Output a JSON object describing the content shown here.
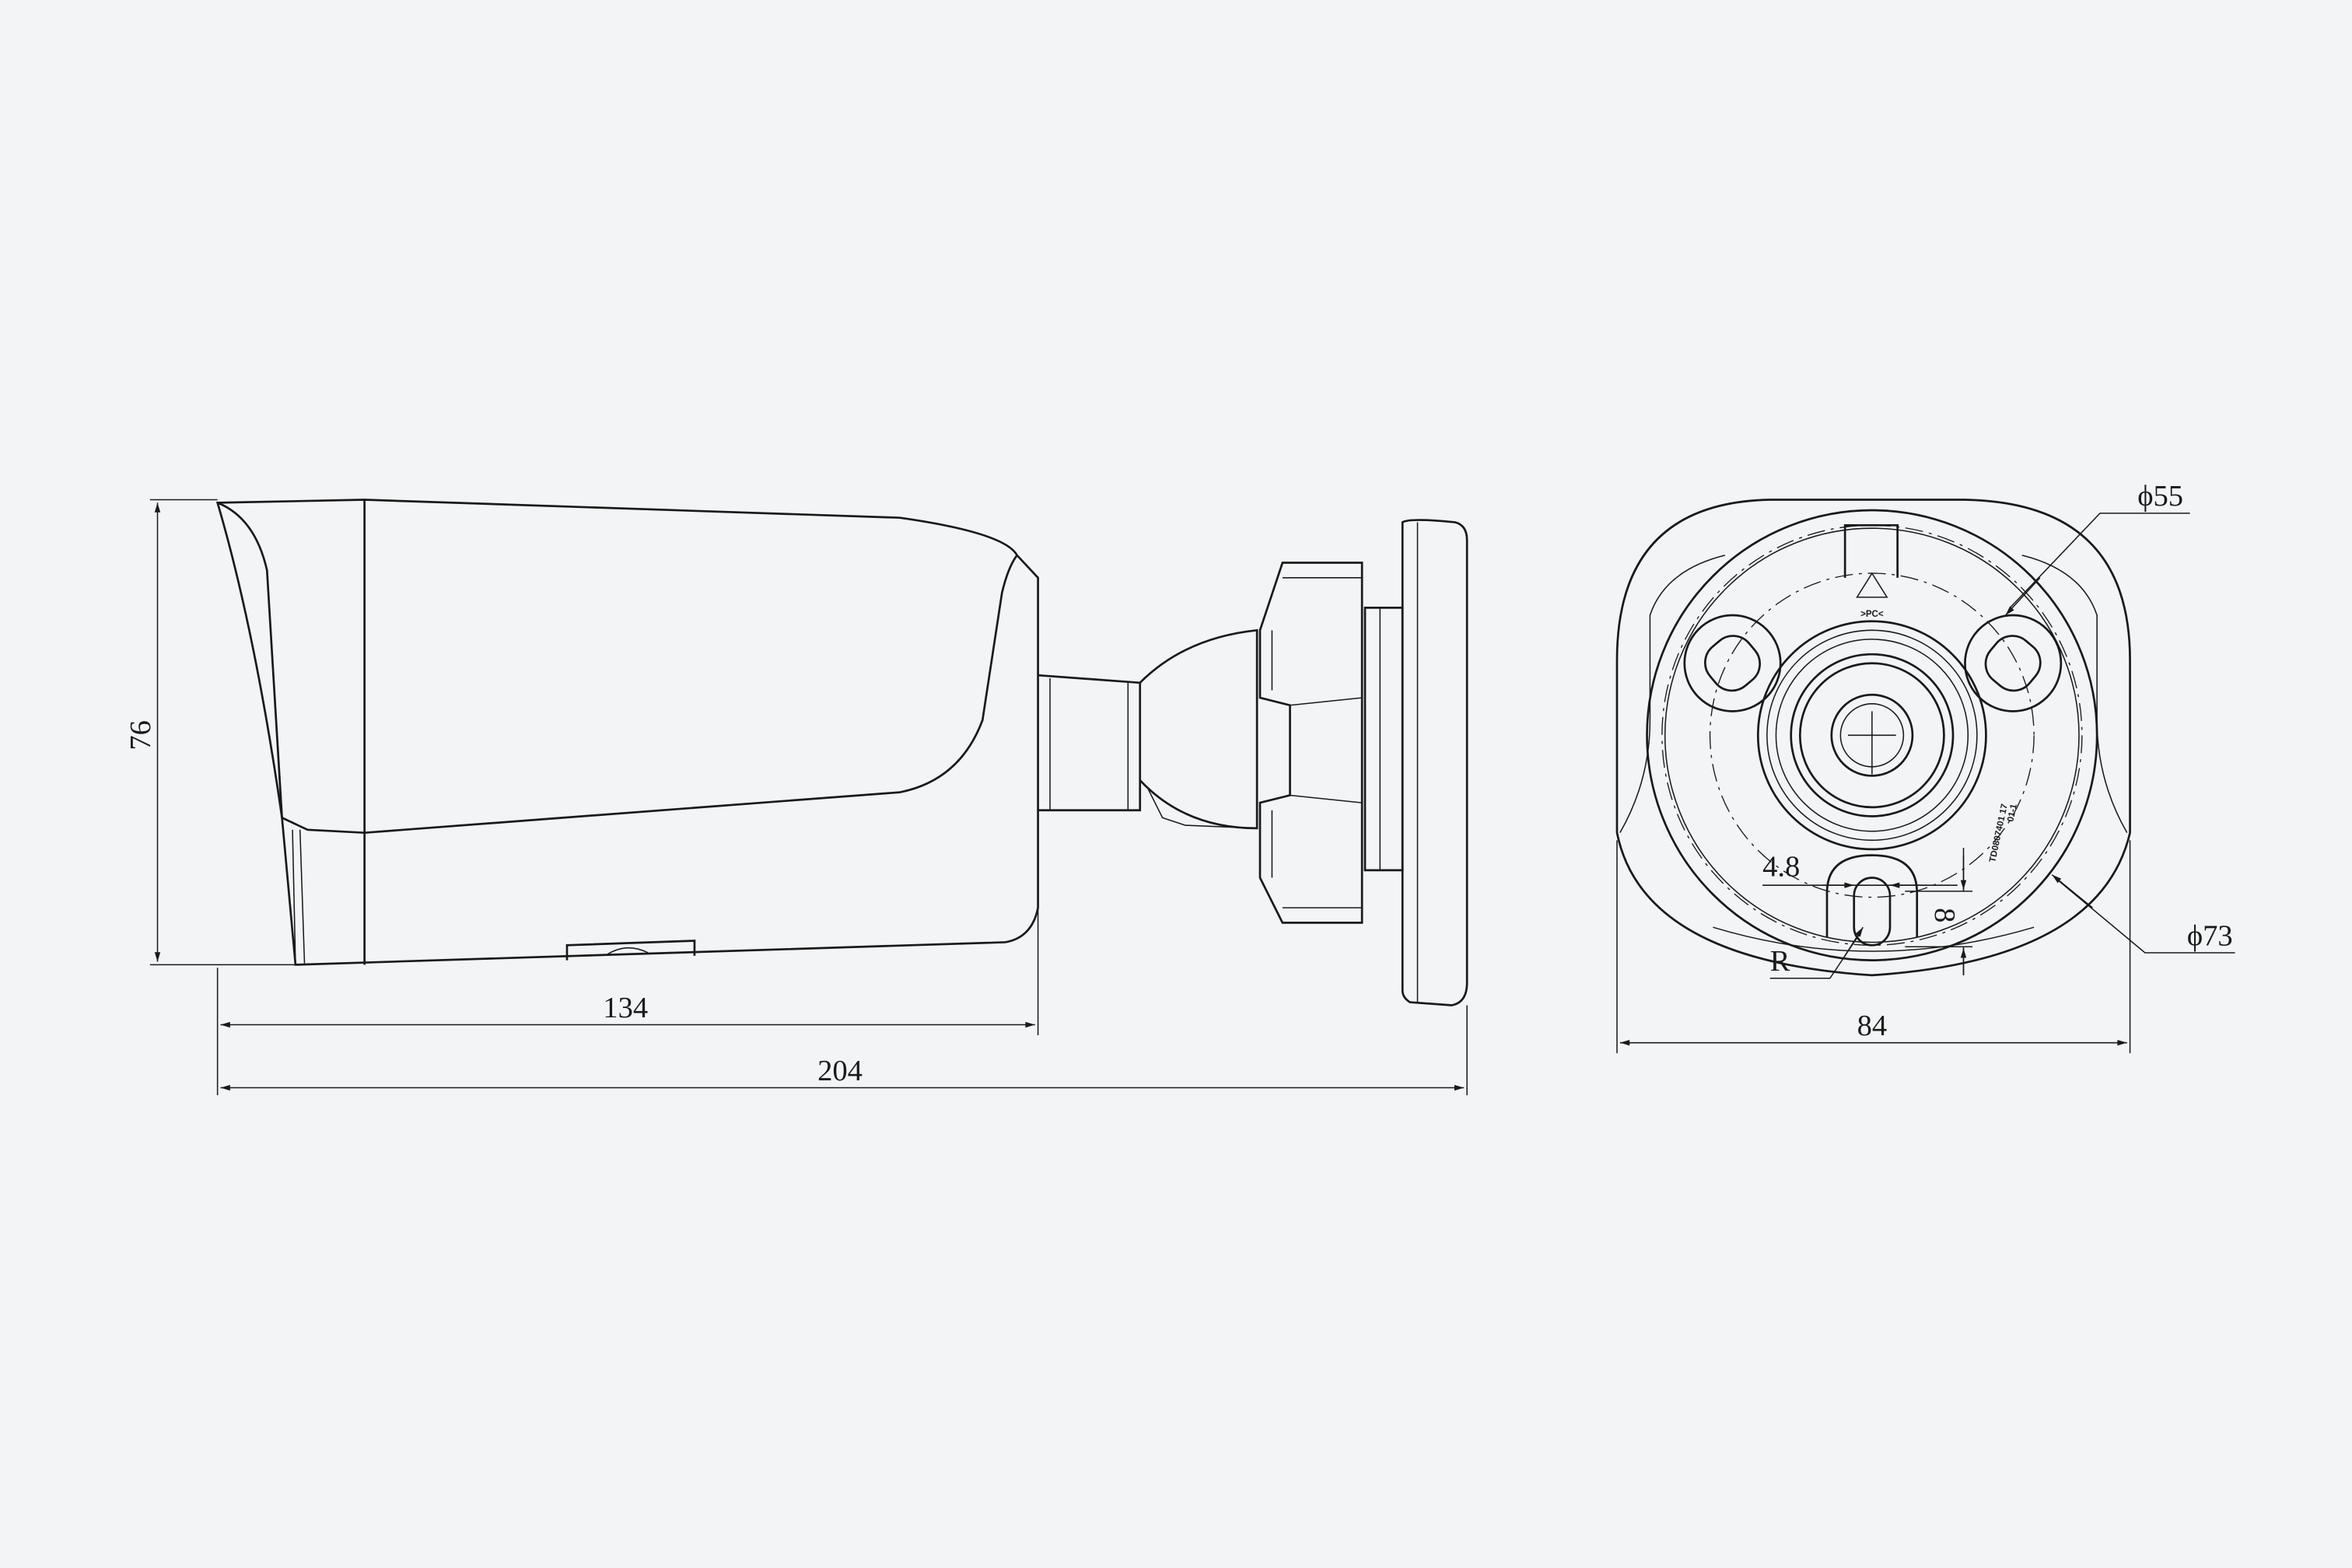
{
  "drawing": {
    "background_color": "#f3f4f6",
    "line_color": "#1a1a1a",
    "side_view": {
      "height_label": "76",
      "body_length_label": "134",
      "total_length_label": "204"
    },
    "front_view": {
      "width_label": "84",
      "inner_diameter_label": "ϕ55",
      "outer_diameter_label": "ϕ73",
      "slot_width_label": "4.8",
      "slot_length_label": "8",
      "radius_label": "R",
      "material_mark": ">PC<",
      "part_code": "TD0807401 17",
      "part_rev": "01-1"
    }
  }
}
